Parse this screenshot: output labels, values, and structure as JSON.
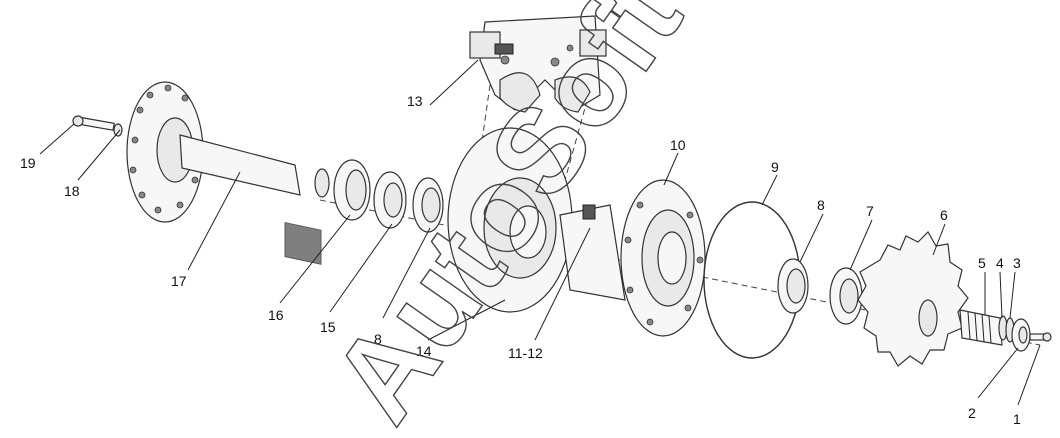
{
  "diagram": {
    "callouts": [
      {
        "id": "c1",
        "text": "1"
      },
      {
        "id": "c2",
        "text": "2"
      },
      {
        "id": "c3",
        "text": "3"
      },
      {
        "id": "c4",
        "text": "4"
      },
      {
        "id": "c5",
        "text": "5"
      },
      {
        "id": "c6",
        "text": "6"
      },
      {
        "id": "c7",
        "text": "7"
      },
      {
        "id": "c8a",
        "text": "8"
      },
      {
        "id": "c8b",
        "text": "8"
      },
      {
        "id": "c9",
        "text": "9"
      },
      {
        "id": "c10",
        "text": "10"
      },
      {
        "id": "c11",
        "text": "11-12"
      },
      {
        "id": "c13",
        "text": "13"
      },
      {
        "id": "c14",
        "text": "14"
      },
      {
        "id": "c15",
        "text": "15"
      },
      {
        "id": "c16",
        "text": "16"
      },
      {
        "id": "c17",
        "text": "17"
      },
      {
        "id": "c18",
        "text": "18"
      },
      {
        "id": "c19",
        "text": "19"
      }
    ],
    "watermark": "AutoSoft"
  }
}
